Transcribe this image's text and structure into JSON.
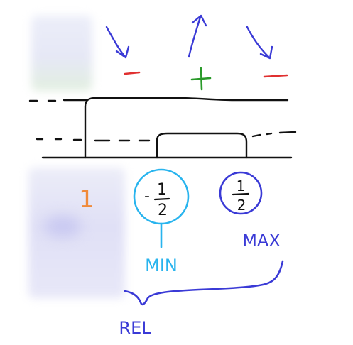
{
  "signs": {
    "left": "−",
    "center": "+",
    "right": "−"
  },
  "circles": {
    "min_fraction_sign": "-",
    "min_fraction_num": "1",
    "min_fraction_den": "2",
    "max_fraction_num": "1",
    "max_fraction_den": "2"
  },
  "labels": {
    "left_number": "1",
    "min": "MIN",
    "max": "MAX",
    "rel": "REL"
  },
  "colors": {
    "blue_ink": "#3a3ad6",
    "red_ink": "#e03030",
    "green_ink": "#2a9a2a",
    "cyan_ink": "#28b4ee",
    "orange_ink": "#f08a3a",
    "black_ink": "#111111"
  }
}
